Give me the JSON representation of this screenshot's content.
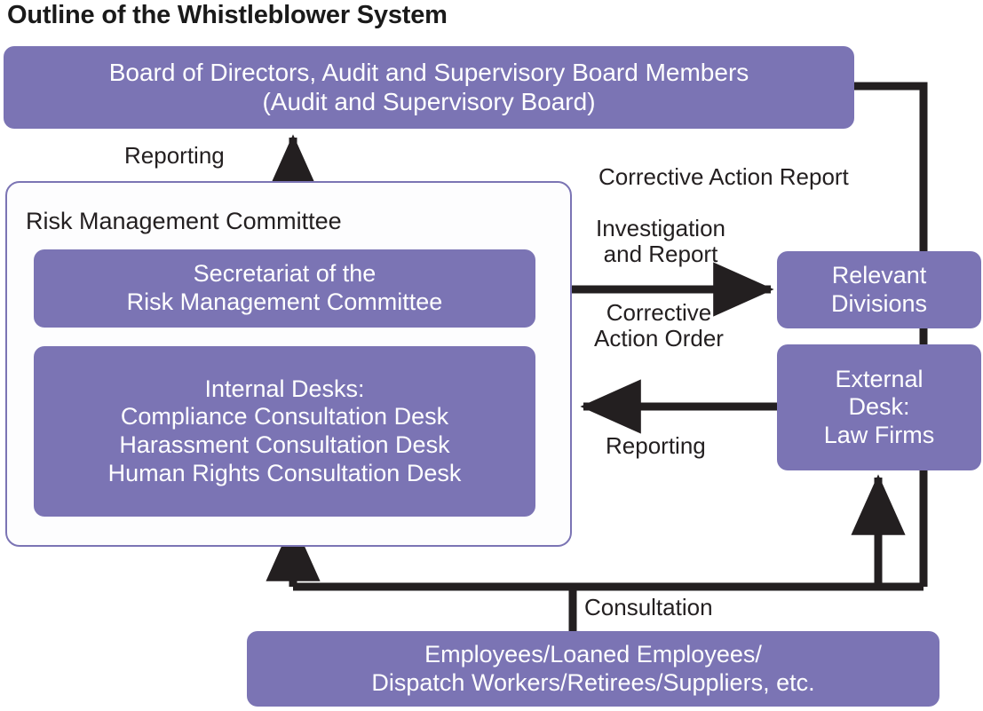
{
  "title": "Outline of the Whistleblower System",
  "colors": {
    "node_fill": "#7b74b4",
    "node_text": "#ffffff",
    "container_border": "#7b74b4",
    "connector": "#231f20",
    "background": "#ffffff",
    "text": "#231f20"
  },
  "nodes": {
    "board": "Board of Directors, Audit and Supervisory Board Members\n(Audit and Supervisory Board)",
    "secretariat": "Secretariat of the\nRisk Management Committee",
    "internal_desks": "Internal Desks:\nCompliance Consultation Desk\nHarassment Consultation Desk\nHuman Rights Consultation Desk",
    "relevant_divisions": "Relevant\nDivisions",
    "external_desk": "External\nDesk:\nLaw Firms",
    "employees": "Employees/Loaned Employees/\nDispatch Workers/Retirees/Suppliers, etc."
  },
  "containers": {
    "risk_management_committee": "Risk Management Committee"
  },
  "edge_labels": {
    "reporting_to_board": "Reporting",
    "corrective_action_report": "Corrective Action Report",
    "investigation_and_report": "Investigation\nand Report",
    "corrective_action_order": "Corrective\nAction Order",
    "reporting_from_external": "Reporting",
    "consultation": "Consultation"
  }
}
